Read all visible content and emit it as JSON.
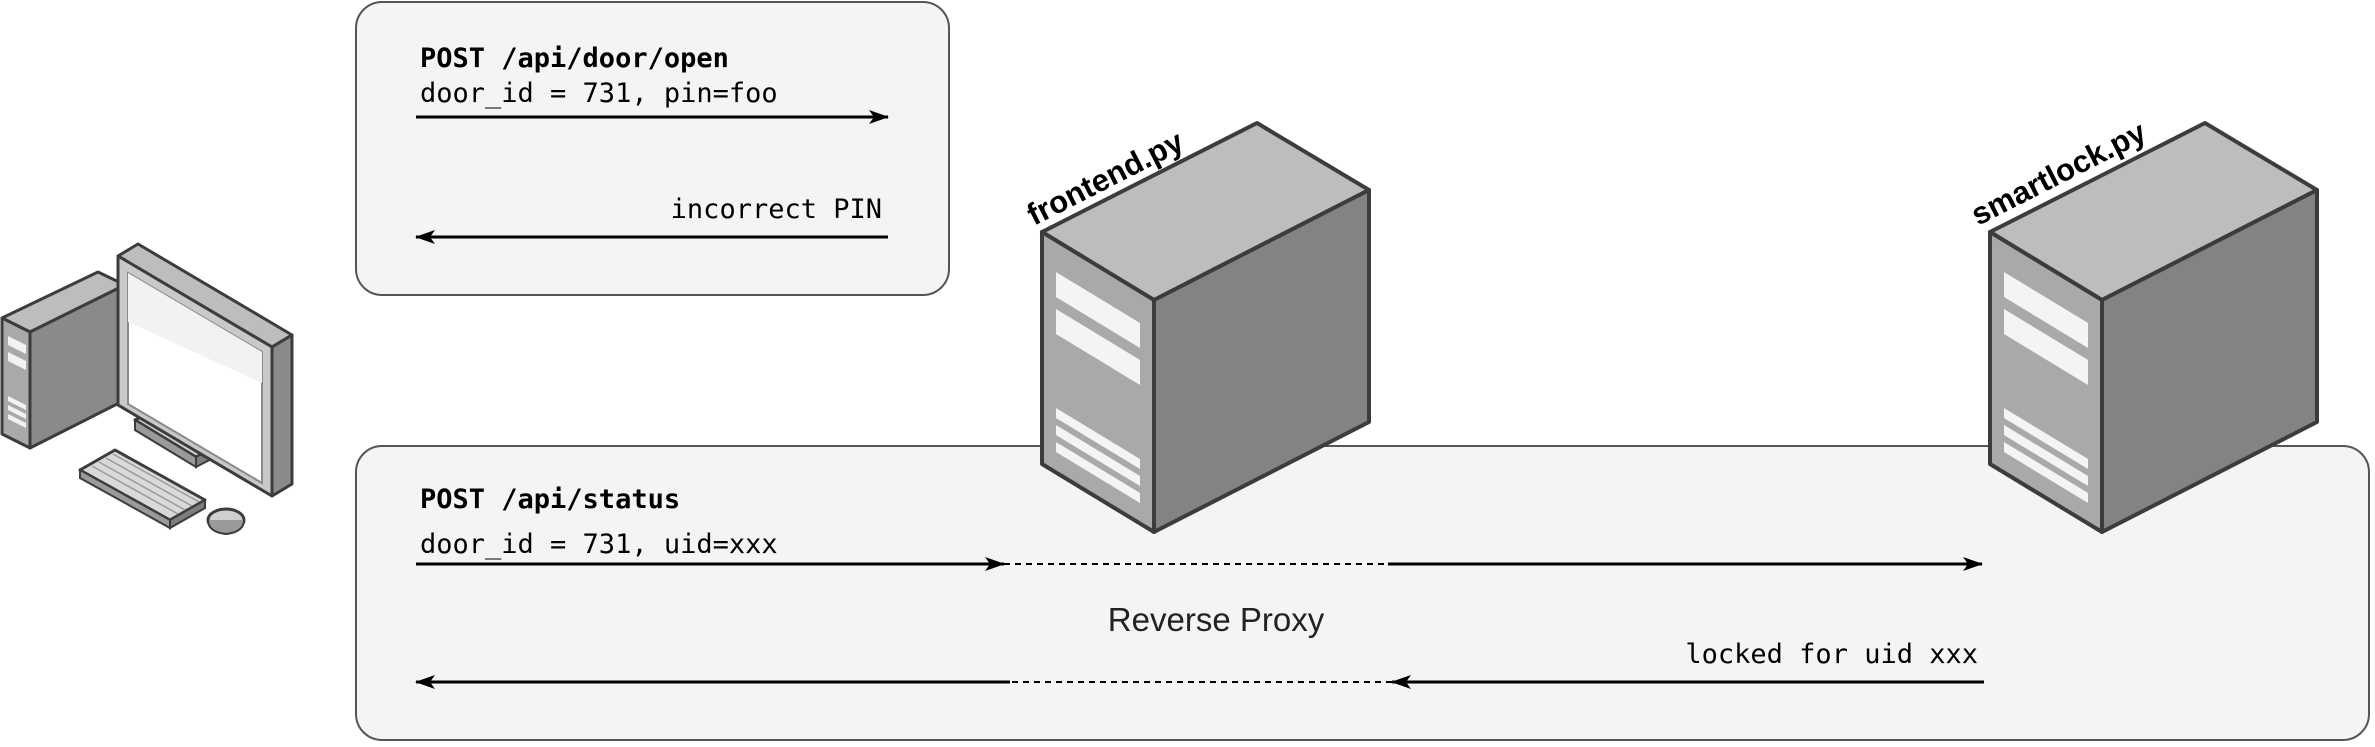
{
  "panel_open": {
    "request_title": "POST /api/door/open",
    "request_body": "door_id = 731, pin=foo",
    "response": "incorrect PIN"
  },
  "panel_status": {
    "request_title": "POST /api/status",
    "request_body": "door_id = 731, uid=xxx",
    "proxy_label": "Reverse Proxy",
    "response": "locked for uid xxx"
  },
  "servers": {
    "frontend": "frontend.py",
    "smartlock": "smartlock.py"
  },
  "icons": {
    "client": "desktop-computer-icon",
    "server": "server-tower-icon"
  },
  "colors": {
    "panel_fill": "#f4f4f4",
    "panel_stroke": "#555555",
    "line": "#000000"
  }
}
